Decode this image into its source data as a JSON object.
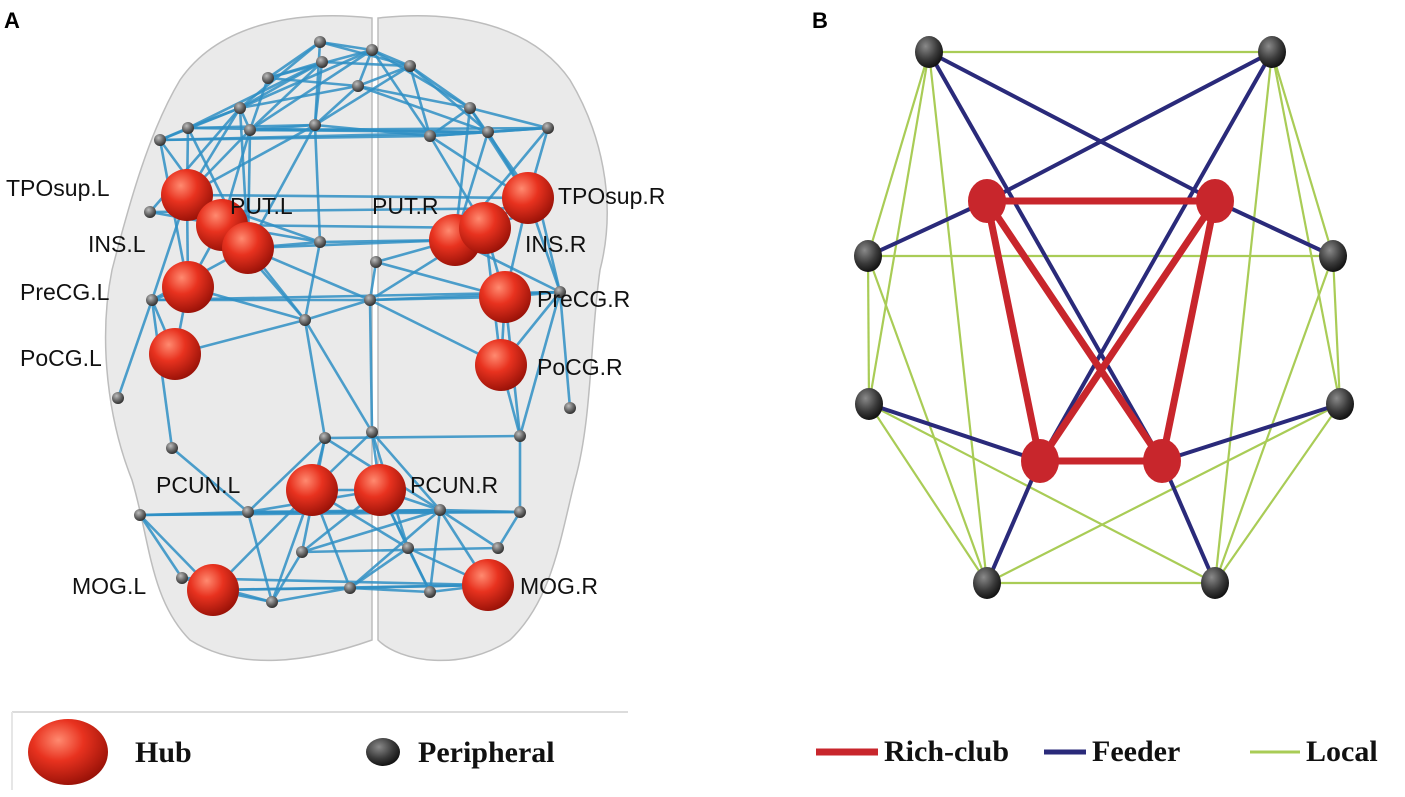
{
  "panels": {
    "a": {
      "letter": "A",
      "labels": {
        "tposup_l": "TPOsup.L",
        "put_l": "PUT.L",
        "put_r": "PUT.R",
        "tposup_r": "TPOsup.R",
        "ins_l": "INS.L",
        "ins_r": "INS.R",
        "precg_l": "PreCG.L",
        "precg_r": "PreCG.R",
        "pocg_l": "PoCG.L",
        "pocg_r": "PoCG.R",
        "pcun_l": "PCUN.L",
        "pcun_r": "PCUN.R",
        "mog_l": "MOG.L",
        "mog_r": "MOG.R"
      },
      "legend": {
        "hub": "Hub",
        "peripheral": "Peripheral"
      }
    },
    "b": {
      "letter": "B",
      "legend": {
        "rich_club": "Rich-club",
        "feeder": "Feeder",
        "local": "Local"
      }
    }
  },
  "colors": {
    "hub": "#e02a1b",
    "peripheral": "#555555",
    "brain_edge": "#2f8fc4",
    "rich_club": "#c8262c",
    "feeder": "#2a2a7a",
    "local": "#a9cc56"
  }
}
